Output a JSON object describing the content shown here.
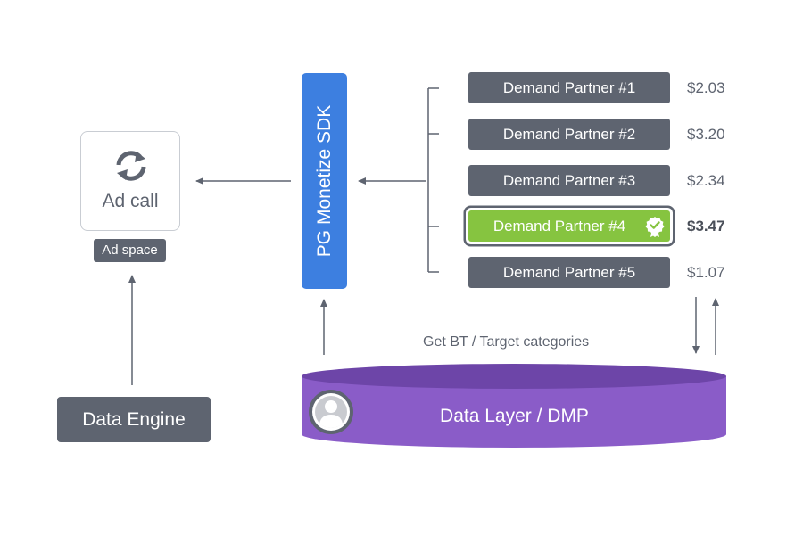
{
  "ad_call": {
    "label": "Ad call",
    "icon": "refresh-icon"
  },
  "ad_space": {
    "label": "Ad space"
  },
  "data_engine": {
    "label": "Data Engine"
  },
  "sdk": {
    "label": "PG Monetize SDK"
  },
  "partners": [
    {
      "label": "Demand Partner #1",
      "price": "$2.03",
      "winner": false
    },
    {
      "label": "Demand Partner #2",
      "price": "$3.20",
      "winner": false
    },
    {
      "label": "Demand Partner #3",
      "price": "$2.34",
      "winner": false
    },
    {
      "label": "Demand Partner #4",
      "price": "$3.47",
      "winner": true
    },
    {
      "label": "Demand Partner #5",
      "price": "$1.07",
      "winner": false
    }
  ],
  "bt_label": "Get BT / Target categories",
  "dmp": {
    "label": "Data Layer / DMP",
    "icon": "user-avatar-icon"
  },
  "colors": {
    "slate": "#5e6470",
    "sdk_blue": "#3d7fe0",
    "winner_green": "#86c440",
    "dmp_purple": "#8a5cc8",
    "dmp_top": "#6d45a8"
  }
}
